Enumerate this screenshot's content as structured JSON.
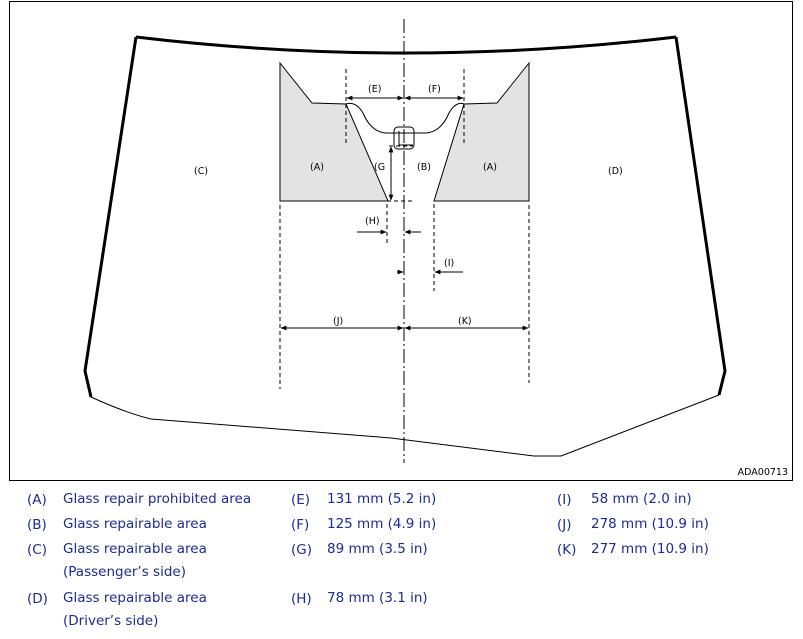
{
  "figure": {
    "id": "ADA00713",
    "labels": {
      "A_left": "(A)",
      "A_right": "(A)",
      "B": "(B)",
      "C": "(C)",
      "D": "(D)",
      "E": "(E)",
      "F": "(F)",
      "G": "(G",
      "H": "(H)",
      "I": "(I)",
      "J": "(J)",
      "K": "(K)"
    }
  },
  "legend": [
    {
      "key": "(A)",
      "text": "Glass repair prohibited area",
      "text2": ""
    },
    {
      "key": "(B)",
      "text": "Glass repairable area",
      "text2": ""
    },
    {
      "key": "(C)",
      "text": "Glass repairable area",
      "text2": "(Passenger’s side)"
    },
    {
      "key": "(D)",
      "text": "Glass repairable area",
      "text2": "(Driver’s side)"
    },
    {
      "key": "(E)",
      "text": "131 mm (5.2 in)",
      "text2": ""
    },
    {
      "key": "(F)",
      "text": "125 mm (4.9 in)",
      "text2": ""
    },
    {
      "key": "(G)",
      "text": "89 mm (3.5 in)",
      "text2": ""
    },
    {
      "key": "(H)",
      "text": "78 mm (3.1 in)",
      "text2": ""
    },
    {
      "key": "(I)",
      "text": "58 mm (2.0 in)",
      "text2": ""
    },
    {
      "key": "(J)",
      "text": "278 mm (10.9 in)",
      "text2": ""
    },
    {
      "key": "(K)",
      "text": "277 mm (10.9 in)",
      "text2": ""
    }
  ]
}
